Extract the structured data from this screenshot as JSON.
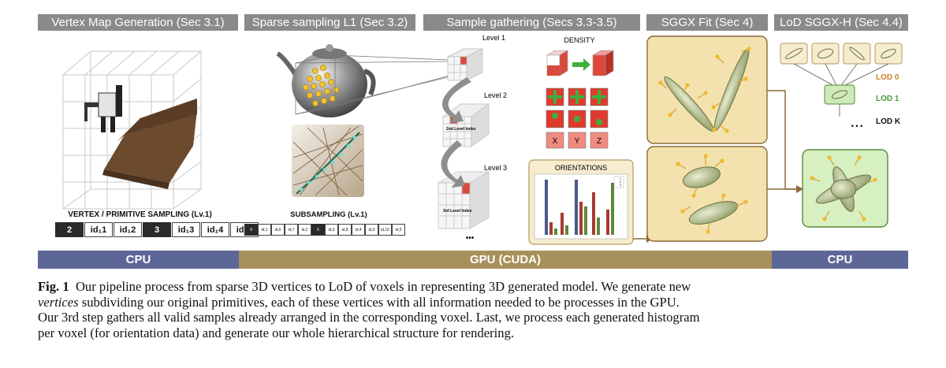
{
  "figure": {
    "stages": [
      {
        "title": "Vertex Map Generation (Sec 3.1)"
      },
      {
        "title": "Sparse sampling L1 (Sec 3.2)"
      },
      {
        "title": "Sample gathering (Secs 3.3-3.5)"
      },
      {
        "title": "SGGX Fit (Sec 4)"
      },
      {
        "title": "LoD SGGX-H (Sec 4.4)"
      }
    ],
    "vertex_sampling": {
      "label": "VERTEX / PRIMITIVE SAMPLING (Lv.1)",
      "cells": [
        "2",
        "id₁1",
        "id₁2",
        "3",
        "id₁3",
        "id₁4",
        "id₁5"
      ]
    },
    "subsampling": {
      "label": "SUBSAMPLING (Lv.1)",
      "cells": [
        "4",
        "id,1",
        "id,6",
        "id,7",
        "id,2",
        "6",
        "id,3",
        "id,8",
        "id,4",
        "id,9",
        "id,10",
        "id,5"
      ]
    },
    "levels": [
      "Level 1",
      "Level 2",
      "Level 3"
    ],
    "level_index_labels": [
      "2nd Level Index",
      "3rd Level Index"
    ],
    "ellipsis": "•••",
    "density": {
      "title": "DENSITY",
      "axes": [
        "X",
        "Y",
        "Z"
      ]
    },
    "orientations": {
      "title": "ORIENTATIONS",
      "legend": [
        "1",
        "2",
        "3"
      ]
    },
    "lod": {
      "labels": [
        "LOD 0",
        "LOD 1",
        "LOD K"
      ],
      "dots": "• • •"
    },
    "processors": [
      {
        "label": "CPU",
        "color": "#5d6797"
      },
      {
        "label": "GPU (CUDA)",
        "color": "#a8905b"
      },
      {
        "label": "CPU",
        "color": "#5d6797"
      }
    ]
  },
  "caption": {
    "label": "Fig. 1",
    "line1": "Our pipeline process from sparse 3D vertices to LoD of voxels in representing 3D generated model. We generate new",
    "line2_em": "vertices",
    "line2": "subdividing our original primitives, each of these vertices with all information needed to be processes in the GPU.",
    "line3": "Our 3rd step gathers all valid samples already arranged in the corresponding voxel. Last, we process each generated histogram",
    "line4": "per voxel (for orientation data) and generate our whole hierarchical structure for rendering."
  }
}
